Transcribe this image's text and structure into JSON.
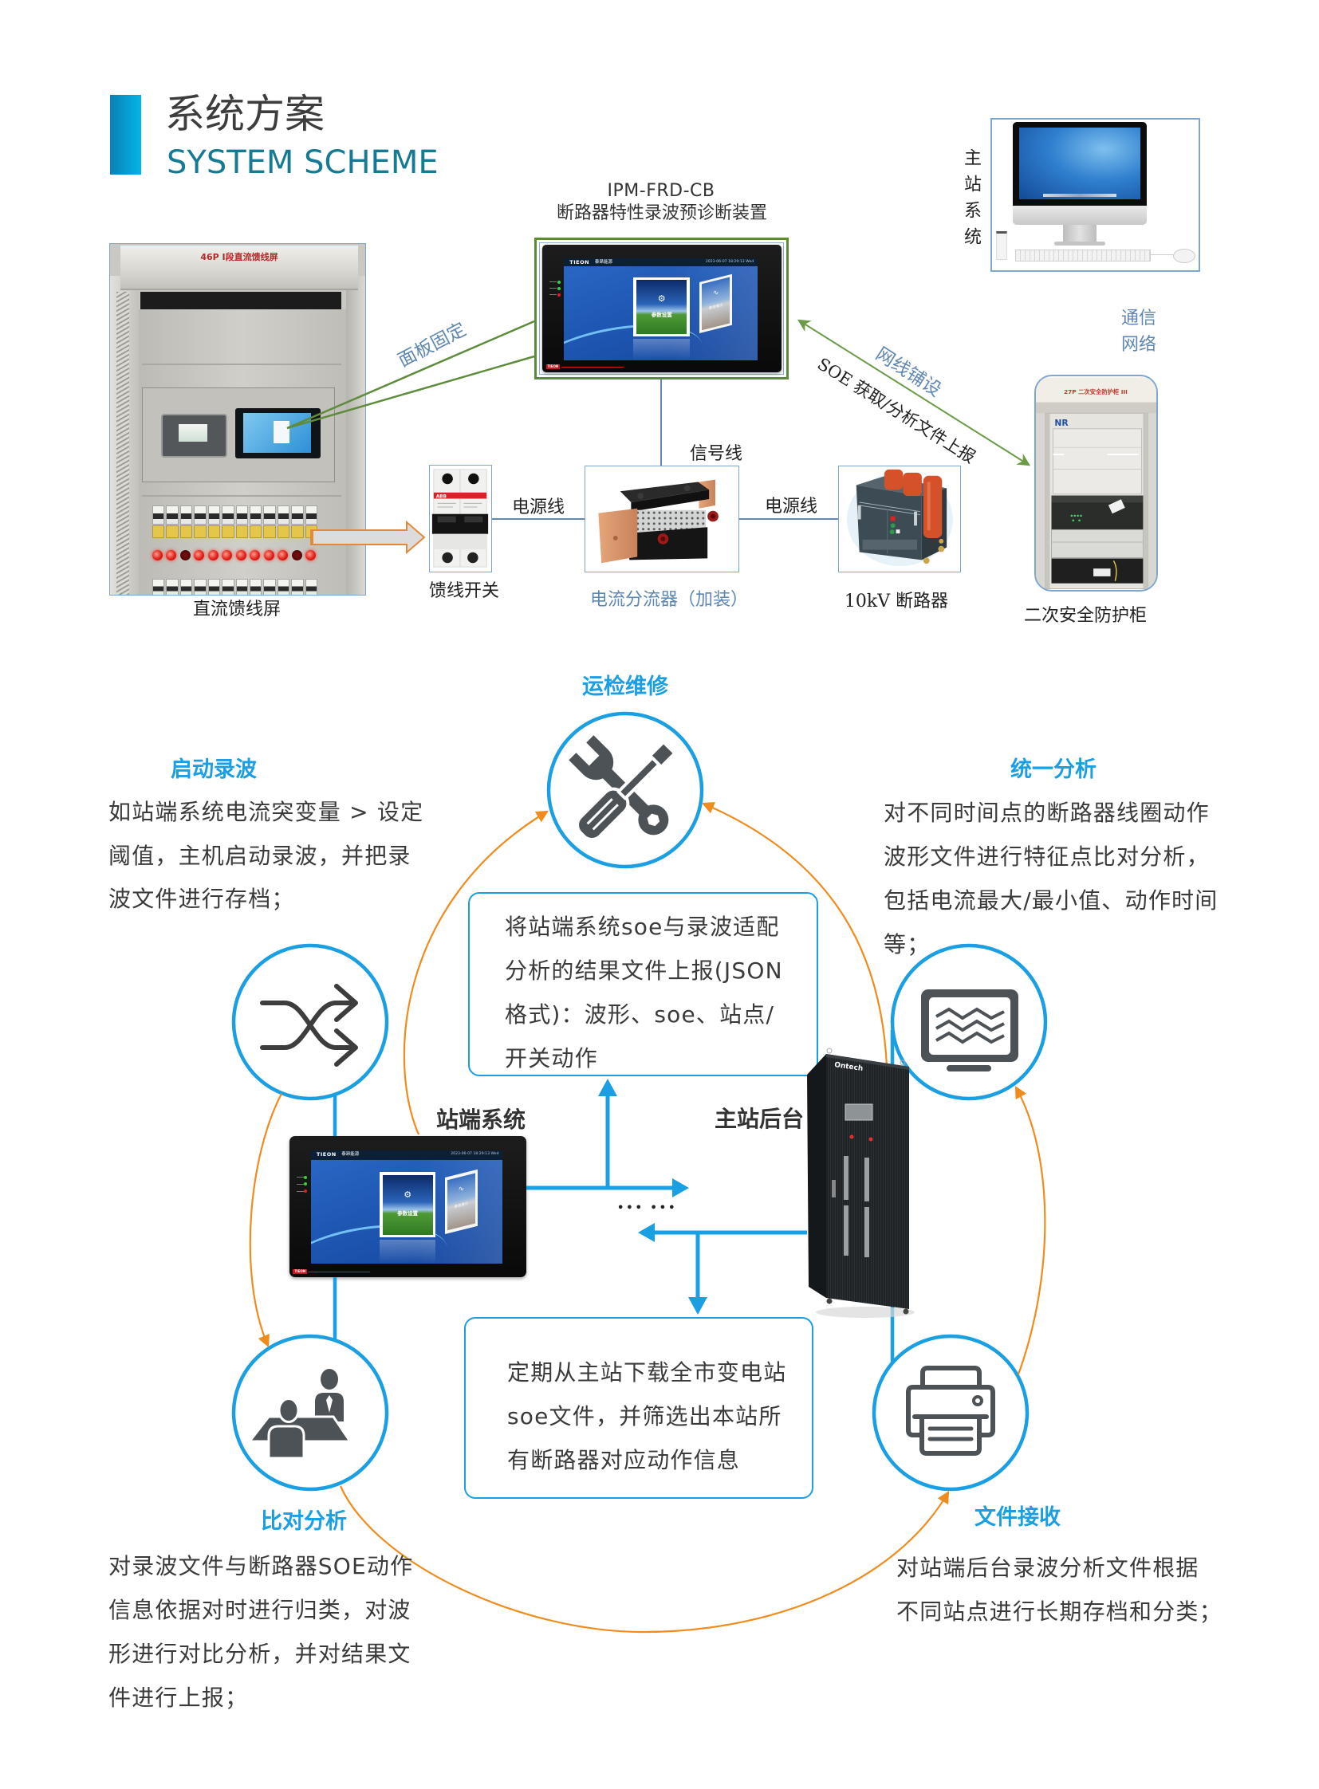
{
  "colors": {
    "accent_blue": "#1a9fe3",
    "flow_orange": "#f08c1e",
    "link_green": "#5e8c3c",
    "label_steel_blue": "#5f87b2",
    "title_teal": "#157a92",
    "body_text": "#3a3a3a"
  },
  "header": {
    "title_cn": "系统方案",
    "title_en": "SYSTEM SCHEME"
  },
  "topology": {
    "device": {
      "model": "IPM-FRD-CB",
      "name": "断路器特性录波预诊断装置"
    },
    "master_station": {
      "label": "主站系统"
    },
    "comm_network": {
      "line1": "通信",
      "line2": "网络"
    },
    "dc_panel": {
      "caption": "直流馈线屏",
      "sign": "46P Ⅰ段直流馈线屏",
      "indicator_lights": [
        "on",
        "on",
        "off",
        "on",
        "on",
        "on",
        "on",
        "on",
        "on",
        "on",
        "off",
        "on"
      ]
    },
    "links": {
      "panel_mount": "面板固定",
      "network_cable": "网线铺设",
      "soe_report": "SOE 获取/分析文件上报",
      "power_line_left": "电源线",
      "power_line_right": "电源线",
      "signal_line": "信号线"
    },
    "feeder_switch": {
      "caption": "馈线开关",
      "brand": "ABB"
    },
    "shunt": {
      "caption": "电流分流器（加装）"
    },
    "breaker": {
      "caption": "10kV 断路器"
    },
    "security_cabinet": {
      "caption": "二次安全防护柜",
      "sign": "27P 二次安全防护柜 III",
      "brand": "NR"
    }
  },
  "device_screen": {
    "brand": "TIEON",
    "brand_cn": "泰昂能源",
    "datetime": "2023-06-07 18:29:13 Wed",
    "tile_primary": "参数设置",
    "tile_secondary": "录波展示",
    "footer_badge": "TIEON"
  },
  "workflow": {
    "maintenance": {
      "title": "运检维修",
      "icon": "tools-icon"
    },
    "start_recording": {
      "title": "启动录波",
      "icon": "shuffle-icon",
      "lines": [
        "如站端系统电流突变量 > 设定",
        "阈值，主机启动录波，并把录",
        "波文件进行存档；"
      ]
    },
    "unified_analysis": {
      "title": "统一分析",
      "icon": "waveform-monitor-icon",
      "lines": [
        "对不同时间点的断路器线圈动作",
        "波形文件进行特征点比对分析，",
        "包括电流最大/最小值、动作时间",
        "等；"
      ]
    },
    "comparison": {
      "title": "比对分析",
      "icon": "meeting-icon",
      "lines": [
        "对录波文件与断路器SOE动作",
        "信息依据对时进行归类，对波",
        "形进行对比分析，并对结果文",
        "件进行上报；"
      ]
    },
    "file_receive": {
      "title": "文件接收",
      "icon": "printer-icon",
      "lines": [
        "对站端后台录波分析文件根据",
        "不同站点进行长期存档和分类；"
      ]
    },
    "station_system": {
      "label": "站端系统"
    },
    "master_backend": {
      "label": "主站后台",
      "brand": "Ontech"
    },
    "upload_note": {
      "lines": [
        "将站端系统soe与录波适配",
        "分析的结果文件上报(JSON",
        "格式)：波形、soe、站点/",
        "开关动作"
      ]
    },
    "download_note": {
      "lines": [
        "定期从主站下载全市变电站",
        "soe文件，并筛选出本站所",
        "有断路器对应动作信息"
      ]
    },
    "ellipsis": "••• •••"
  }
}
